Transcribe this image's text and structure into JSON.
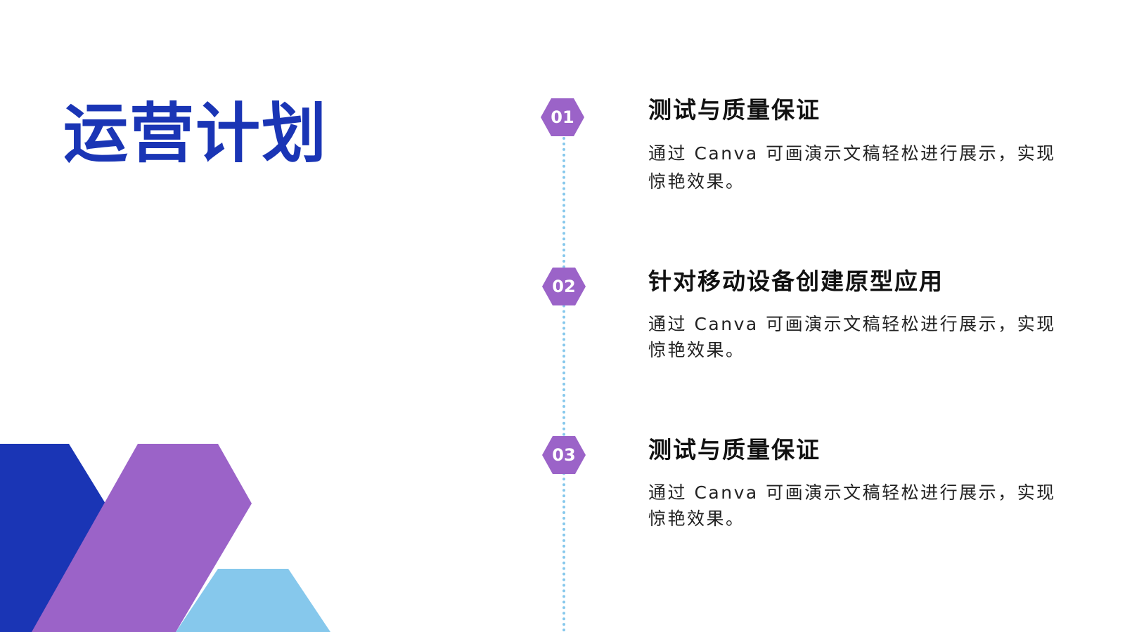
{
  "slide": {
    "title": "运营计划",
    "colors": {
      "title": "#1a35b5",
      "hexagon": "#9b63c8",
      "timeline": "#86c8ec",
      "shape_blue": "#1a35b5",
      "shape_purple": "#9b63c8",
      "shape_light_blue": "#86c8ec"
    },
    "items": [
      {
        "number": "01",
        "heading": "测试与质量保证",
        "description": "通过 Canva 可画演示文稿轻松进行展示，实现惊艳效果。"
      },
      {
        "number": "02",
        "heading": "针对移动设备创建原型应用",
        "description": "通过 Canva 可画演示文稿轻松进行展示，实现惊艳效果。"
      },
      {
        "number": "03",
        "heading": "测试与质量保证",
        "description": "通过 Canva 可画演示文稿轻松进行展示，实现惊艳效果。"
      }
    ]
  }
}
